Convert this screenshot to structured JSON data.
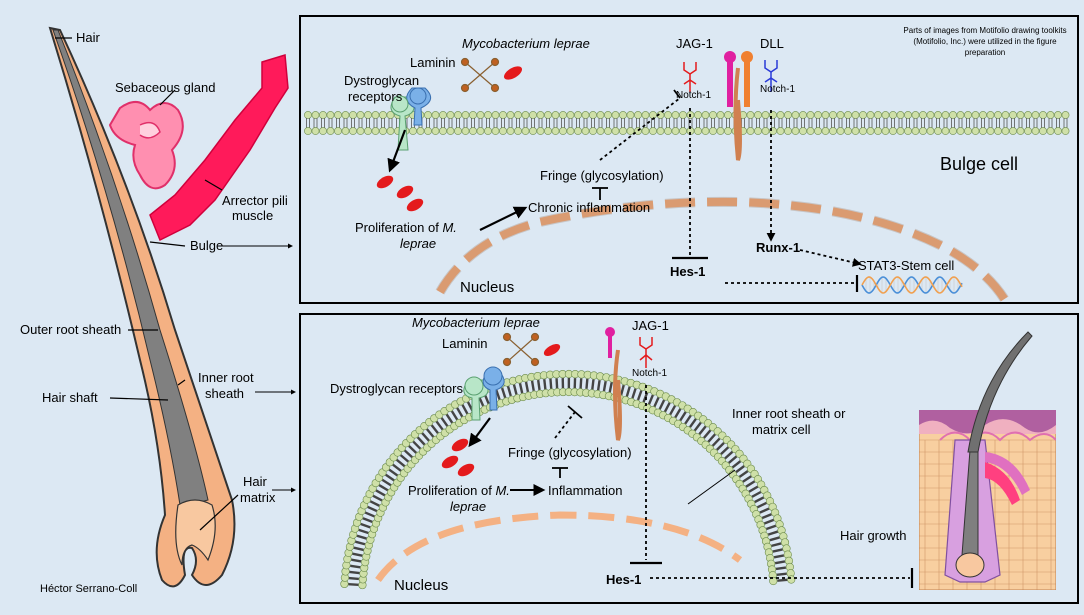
{
  "colors": {
    "background": "#dce8f3",
    "panel_border": "#000000",
    "membrane_head": "#cfe0a8",
    "hair_sheath": "#f4b183",
    "hair_shaft": "#7f7f7f",
    "gland": "#ff6a8f",
    "muscle": "#ff2060",
    "nucleus": "#f4b183",
    "bacteria": "#e41a1c",
    "dna_blue": "#4a8fd8",
    "dna_orange": "#f0a050"
  },
  "left": {
    "hair": "Hair",
    "sebaceous_gland": "Sebaceous gland",
    "arrector_1": "Arrector pili",
    "arrector_2": "muscle",
    "bulge": "Bulge",
    "outer_root_sheath": "Outer root sheath",
    "inner_root_1": "Inner root",
    "inner_root_2": "sheath",
    "hair_shaft": "Hair shaft",
    "matrix_1": "Hair",
    "matrix_2": "matrix",
    "credit": "Héctor Serrano-Coll"
  },
  "top": {
    "attribution_1": "Parts of images from Motifolio drawing toolkits",
    "attribution_2": "(Motifolio, Inc.) were utilized in the figure",
    "attribution_3": "preparation",
    "mycobacterium": "Mycobacterium leprae",
    "laminin": "Laminin",
    "dystroglycan_1": "Dystroglycan",
    "dystroglycan_2": "receptors",
    "jag1": "JAG-1",
    "dll": "DLL",
    "notch1_a": "Notch-1",
    "notch1_b": "Notch-1",
    "fringe": "Fringe (glycosylation)",
    "bulge_cell": "Bulge cell",
    "prolif_1": "Proliferation of",
    "prolif_m": "M.",
    "prolif_2": "leprae",
    "chronic": "Chronic inflammation",
    "runx": "Runx-1",
    "hes": "Hes-1",
    "stat3": "STAT3-Stem cell",
    "nucleus": "Nucleus"
  },
  "bottom": {
    "mycobacterium": "Mycobacterium leprae",
    "laminin": "Laminin",
    "dystroglycan": "Dystroglycan receptors",
    "jag1": "JAG-1",
    "notch1": "Notch-1",
    "fringe": "Fringe (glycosylation)",
    "inner_1": "Inner root sheath or",
    "inner_2": "matrix cell",
    "prolif_1": "Proliferation of",
    "prolif_m": "M.",
    "prolif_2": "leprae",
    "inflammation": "Inflammation",
    "hair_growth": "Hair growth",
    "nucleus": "Nucleus",
    "hes": "Hes-1"
  }
}
